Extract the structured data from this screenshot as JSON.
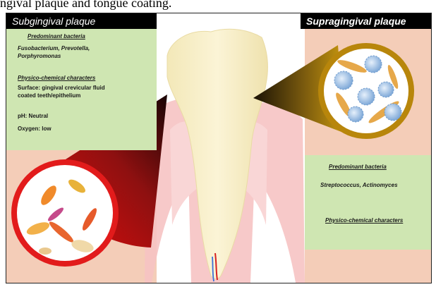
{
  "top_line": "ngival plaque and tongue coating.",
  "subgingival": {
    "header": "Subgingival plaque",
    "bacteria_heading": "Predominant bacteria",
    "bacteria": "Fusobacterium, Prevotella, Porphyromonas",
    "physchem_heading": "Physico-chemical characters",
    "surface": "Surface: gingival crevicular fluid coated teeth/epithelium",
    "ph": "pH: Neutral",
    "oxygen": "Oxygen: low"
  },
  "supragingival": {
    "header": "Supragingival plaque",
    "bacteria_heading": "Predominant bacteria",
    "bacteria": "Streptococcus, Actinomyces",
    "physchem_heading": "Physico-chemical characters"
  },
  "colors": {
    "header_bg": "#000000",
    "text_panel": "#cfe6b2",
    "side_panel": "#f4cdb8",
    "gum": "#f6c3c3",
    "tooth": "#f5ecc2",
    "sub_callout": "#e21b1b",
    "supra_callout": "#b8860b",
    "streptococcus": "#a8c8ea",
    "rod_bacteria": "#e6a84a"
  }
}
